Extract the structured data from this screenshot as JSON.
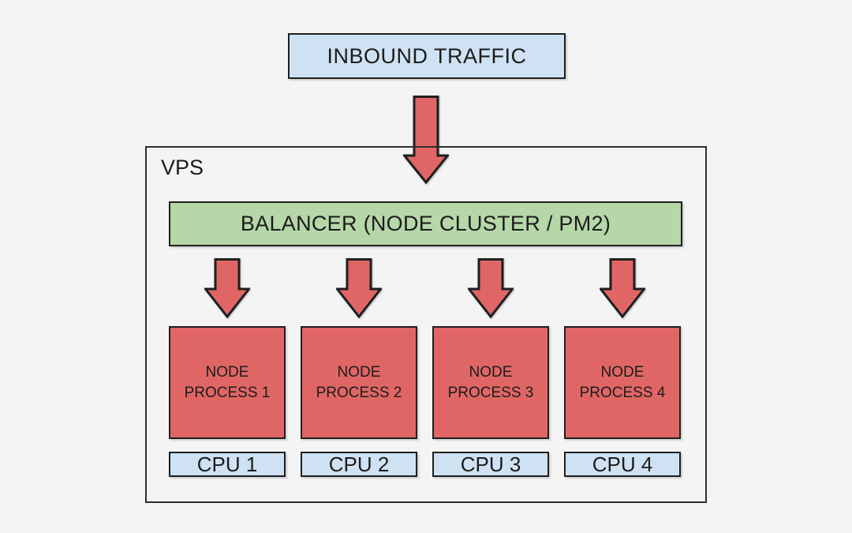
{
  "diagram": {
    "inbound_label": "INBOUND TRAFFIC",
    "vps_label": "VPS",
    "balancer_label": "BALANCER (NODE CLUSTER / PM2)"
  },
  "processes": [
    {
      "label": "NODE PROCESS 1",
      "cpu": "CPU 1"
    },
    {
      "label": "NODE PROCESS 2",
      "cpu": "CPU 2"
    },
    {
      "label": "NODE PROCESS 3",
      "cpu": "CPU 3"
    },
    {
      "label": "NODE PROCESS 4",
      "cpu": "CPU 4"
    }
  ],
  "icons": {
    "flow_arrow": "down-arrow-icon"
  },
  "colors": {
    "background": "#f4f4f5",
    "box_blue": "#cfe2f3",
    "box_green": "#b6d7a8",
    "box_red": "#e06666",
    "border": "#1f1f1f"
  }
}
